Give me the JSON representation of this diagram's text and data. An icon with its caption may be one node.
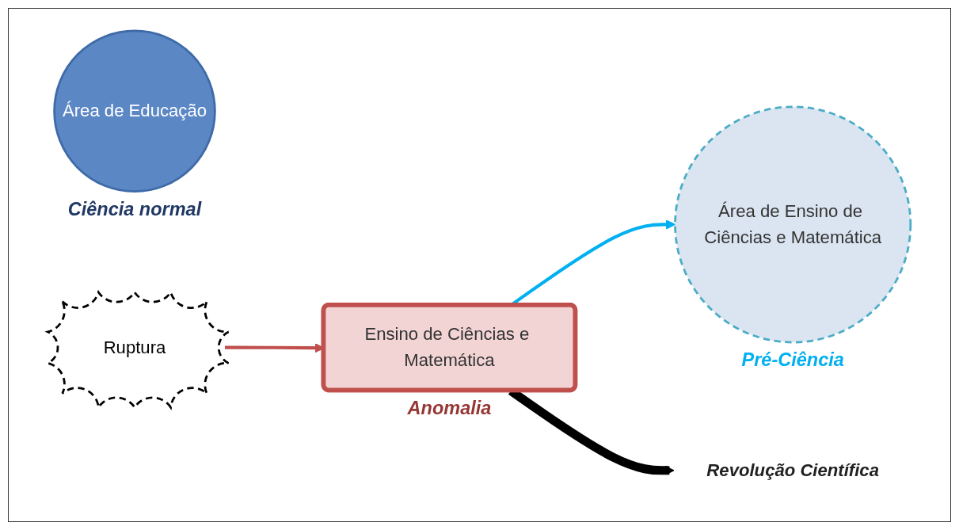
{
  "diagram": {
    "nodes": [
      {
        "text": [
          "Área de Educação"
        ],
        "beside": [
          "Ciência normal"
        ]
      },
      {
        "text": [
          "Ruptura"
        ]
      },
      {
        "text": [
          "Área de Ensino de Ciências e Matemática"
        ],
        "beside": [
          "Pré-Ciência"
        ]
      },
      {
        "text": [
          "Ensino de Ciências e Matemática"
        ],
        "beside": [
          "Anomalia"
        ]
      },
      {
        "text": [
          "Revolução Científica"
        ]
      }
    ],
    "edges": [
      {
        "from": 1,
        "to": 3,
        "arrow": "to",
        "color": "#c0504d"
      },
      {
        "from": 3,
        "to": 2,
        "arrow": "to",
        "color": "#00b0f0"
      },
      {
        "from": 3,
        "to": 4,
        "arrow": "to",
        "style": "thick",
        "color": "#000000"
      }
    ]
  }
}
